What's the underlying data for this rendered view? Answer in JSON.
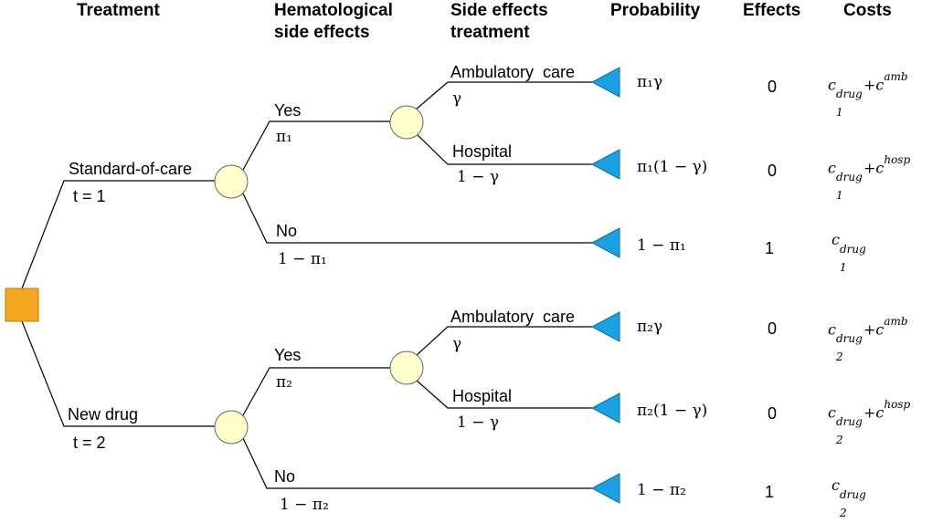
{
  "headers": {
    "treatment": "Treatment",
    "hematological_line1": "Hematological",
    "hematological_line2": "side effects",
    "side_effects_line1": "Side effects",
    "side_effects_line2": "treatment",
    "probability": "Probability",
    "effects": "Effects",
    "costs": "Costs"
  },
  "colors": {
    "decision_node": "#F5A623",
    "chance_node": "#FFFFCC",
    "terminal_node": "#1BA1E2",
    "line": "#000000"
  },
  "branches": {
    "standard": {
      "label": "Standard-of-care",
      "t": "t = 1"
    },
    "new_drug": {
      "label": "New drug",
      "t": "t = 2"
    },
    "yes1": {
      "label": "Yes",
      "prob": "π₁"
    },
    "no1": {
      "label": "No",
      "prob": "1 − π₁"
    },
    "yes2": {
      "label": "Yes",
      "prob": "π₂"
    },
    "no2": {
      "label": "No",
      "prob": "1 − π₂"
    },
    "amb1": {
      "label": "Ambulatory  care",
      "prob": "γ"
    },
    "hosp1": {
      "label": "Hospital",
      "prob": "1 − γ"
    },
    "amb2": {
      "label": "Ambulatory  care",
      "prob": "γ"
    },
    "hosp2": {
      "label": "Hospital",
      "prob": "1 − γ"
    }
  },
  "outcomes": [
    {
      "probability": "π₁γ",
      "effects": "0",
      "cost_c": "c",
      "cost_sup": "drug",
      "cost_sub": "1",
      "cost_plus": "+c",
      "cost_extra": "amb"
    },
    {
      "probability": "π₁(1 − γ)",
      "effects": "0",
      "cost_c": "c",
      "cost_sup": "drug",
      "cost_sub": "1",
      "cost_plus": "+c",
      "cost_extra": "hosp"
    },
    {
      "probability": "1 − π₁",
      "effects": "1",
      "cost_c": "c",
      "cost_sup": "drug",
      "cost_sub": "1",
      "cost_plus": "",
      "cost_extra": ""
    },
    {
      "probability": "π₂γ",
      "effects": "0",
      "cost_c": "c",
      "cost_sup": "drug",
      "cost_sub": "2",
      "cost_plus": "+c",
      "cost_extra": "amb"
    },
    {
      "probability": "π₂(1 − γ)",
      "effects": "0",
      "cost_c": "c",
      "cost_sup": "drug",
      "cost_sub": "2",
      "cost_plus": "+c",
      "cost_extra": "hosp"
    },
    {
      "probability": "1 − π₂",
      "effects": "1",
      "cost_c": "c",
      "cost_sup": "drug",
      "cost_sub": "2",
      "cost_plus": "",
      "cost_extra": ""
    }
  ]
}
